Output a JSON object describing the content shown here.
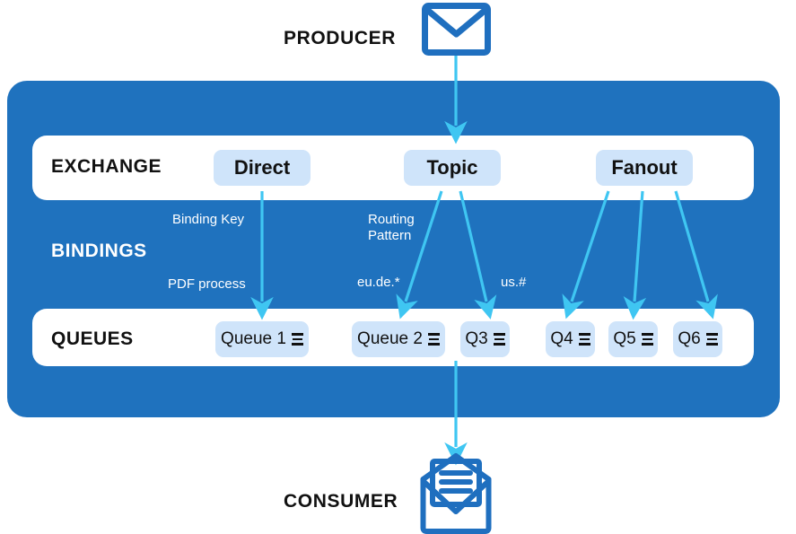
{
  "diagram": {
    "title": "Message broker exchange routing diagram",
    "colors": {
      "panel_blue": "#1F72BE",
      "pill_blue": "#CFE4FA",
      "arrow_cyan": "#3FC6F2",
      "envelope_blue": "#1F6FBF",
      "band_white": "#FFFFFF",
      "text_dark": "#111111",
      "text_light": "#FFFFFF"
    }
  },
  "producer": {
    "label": "PRODUCER",
    "icon": "envelope-closed-icon"
  },
  "consumer": {
    "label": "CONSUMER",
    "icon": "envelope-open-letter-icon"
  },
  "rows": {
    "exchange": {
      "caption": "EXCHANGE",
      "items": [
        {
          "id": "direct",
          "label": "Direct"
        },
        {
          "id": "topic",
          "label": "Topic"
        },
        {
          "id": "fanout",
          "label": "Fanout"
        }
      ]
    },
    "bindings": {
      "caption": "BINDINGS",
      "labels": [
        {
          "id": "binding-key",
          "text": "Binding Key"
        },
        {
          "id": "pdf-process",
          "text": "PDF process"
        },
        {
          "id": "routing-pattern",
          "text": "Routing\nPattern"
        },
        {
          "id": "eu-de",
          "text": "eu.de.*"
        },
        {
          "id": "us-hash",
          "text": "us.#"
        }
      ]
    },
    "queues": {
      "caption": "QUEUES",
      "items": [
        {
          "id": "q1",
          "label": "Queue 1",
          "icon": "stack-icon"
        },
        {
          "id": "q2",
          "label": "Queue 2",
          "icon": "stack-icon"
        },
        {
          "id": "q3",
          "label": "Q3",
          "icon": "stack-icon"
        },
        {
          "id": "q4",
          "label": "Q4",
          "icon": "stack-icon"
        },
        {
          "id": "q5",
          "label": "Q5",
          "icon": "stack-icon"
        },
        {
          "id": "q6",
          "label": "Q6",
          "icon": "stack-icon"
        }
      ]
    }
  },
  "connections": [
    {
      "from": "producer",
      "to": "exchange-row"
    },
    {
      "from": "direct",
      "to": "q1"
    },
    {
      "from": "topic",
      "to": "q2"
    },
    {
      "from": "topic",
      "to": "q3"
    },
    {
      "from": "fanout",
      "to": "q4"
    },
    {
      "from": "fanout",
      "to": "q5"
    },
    {
      "from": "fanout",
      "to": "q6"
    },
    {
      "from": "q2",
      "to": "consumer"
    }
  ]
}
